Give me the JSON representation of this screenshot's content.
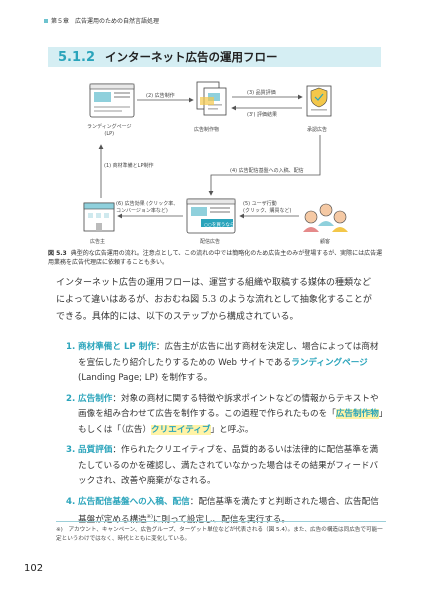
{
  "header": {
    "chapter": "第５章　広告運用のための自然言語処理"
  },
  "section": {
    "number": "5.1.2",
    "title": "インターネット広告の運用フロー"
  },
  "diagram": {
    "landing_label": "ランディングページ\n(LP)",
    "creative_label": "広告制作物",
    "review_label": "承認広告",
    "advertiser_label": "広告主",
    "delivery_label": "配信広告",
    "user_label": "顧客",
    "arrow_2": "(2) 広告制作",
    "arrow_3": "(3) 品質評価",
    "arrow_3b": "(3') 評価結果",
    "arrow_1": "(1) 商材準備とLP制作",
    "arrow_4": "(4) 広告配信基盤への入稿、配信",
    "arrow_6": "(6) 広告効果 (クリック率、\nコンバージョン率など)",
    "arrow_5": "(5) ユーザ行動\n(クリック、購買など)",
    "banner_text": "○○を買うなら"
  },
  "caption": {
    "label": "図 5.3",
    "text": "典型的な広告運用の流れ。注意点として、この流れの中では簡略化のため広告主のみが登場するが、実際には広告運用業務を広告代理店に依頼することも多い。"
  },
  "intro": "インターネット広告の運用フローは、運営する組織や取稿する媒体の種類などによって違いはあるが、おおむね図 5.3 のような流れとして抽象化することができる。具体的には、以下のステップから構成されている。",
  "steps": [
    {
      "n": "1.",
      "kw": "商材準備と LP 制作",
      "pre": "：広告主が広告に出す商材を決定し、場合によっては商材を宣伝したり紹介したりするための Web サイトである",
      "kw2": "ランディングページ",
      "post": " (Landing Page; LP) を制作する。"
    },
    {
      "n": "2.",
      "kw": "広告制作",
      "pre": "：対象の商材に関する特徴や訴求ポイントなどの情報からテキストや画像を組み合わせて広告を制作する。この過程で作られたものを「",
      "kw2": "広告制作物",
      "mid": "」もしくは「（広告）",
      "kw3": "クリエイティブ",
      "post": "」と呼ぶ。"
    },
    {
      "n": "3.",
      "kw": "品質評価",
      "pre": "：作られたクリエイティブを、品質的あるいは法律的に配信基準を満たしているのかを確認し、満たされていなかった場合はその結果がフィードバックされ、改善や廃棄がなされる。"
    },
    {
      "n": "4.",
      "kw": "広告配信基盤への入稿、配信",
      "pre": "：配信基準を満たすと判断された場合、広告配信基盤が定める構造",
      "sup": "※)",
      "post": "に則って設定し、配信を実行する。"
    }
  ],
  "footnote": "※)　アカウント、キャンペーン、広告グループ、ターゲット単位などが代表される（図 5.4）。また、広告の構造は同広告で可能一定というわけではなく、時代とともに変化している。",
  "page_number": "102",
  "colors": {
    "accent": "#2aa4bb",
    "band": "#d5eef3",
    "highlight": "#fff3a6"
  }
}
